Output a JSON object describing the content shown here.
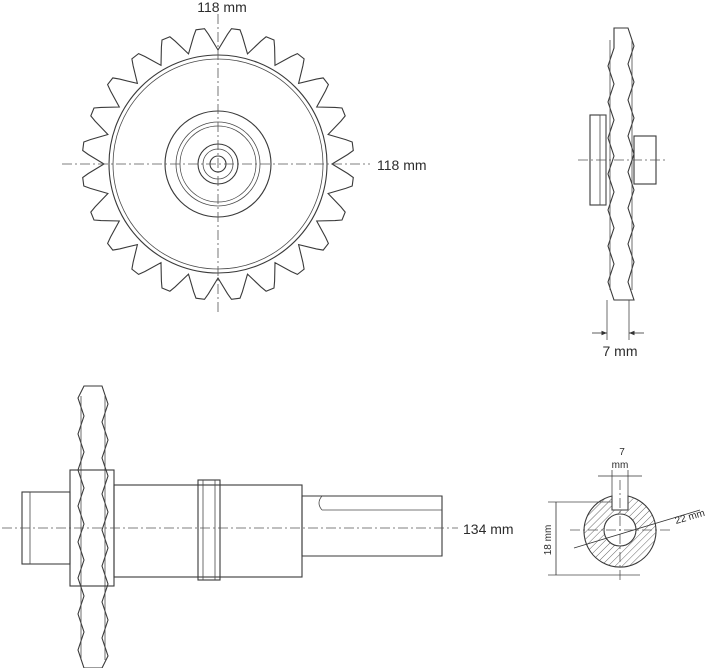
{
  "front_view": {
    "width_label": "118 mm",
    "height_label": "118 mm",
    "teeth": 24
  },
  "side_view": {
    "thickness_label": "7 mm"
  },
  "shaft_view": {
    "length_label": "134 mm"
  },
  "section_view": {
    "key_label_value": "7",
    "key_label_unit": "mm",
    "height_label": "18 mm",
    "diameter_label": "22 mm"
  },
  "colors": {
    "line": "#3a3a3a",
    "hatch": "#555555",
    "background": "#ffffff"
  }
}
